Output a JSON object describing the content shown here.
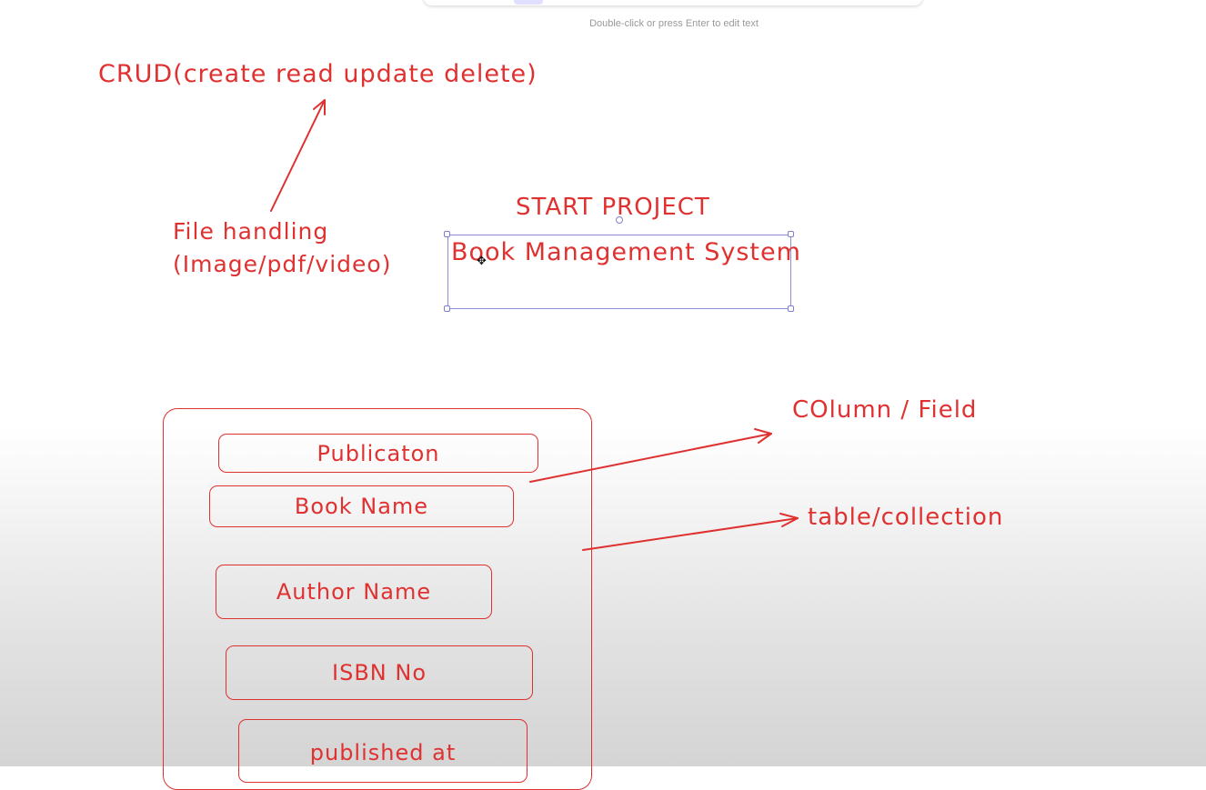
{
  "hint": "Double-click or press Enter to edit text",
  "annotations": {
    "crud": "CRUD(create read update delete)",
    "file_handling_line1": "File handling",
    "file_handling_line2": "(Image/pdf/video)",
    "start_project": "START PROJECT",
    "project_name": "Book Management System",
    "column_field": "COlumn / Field",
    "table_collection": "table/collection"
  },
  "table_fields": [
    "Publicaton",
    "Book Name",
    "Author Name",
    "ISBN No",
    "published at"
  ],
  "colors": {
    "ink": "#e03131",
    "selection": "#8f8dd8",
    "canvas": "#ffffff"
  }
}
